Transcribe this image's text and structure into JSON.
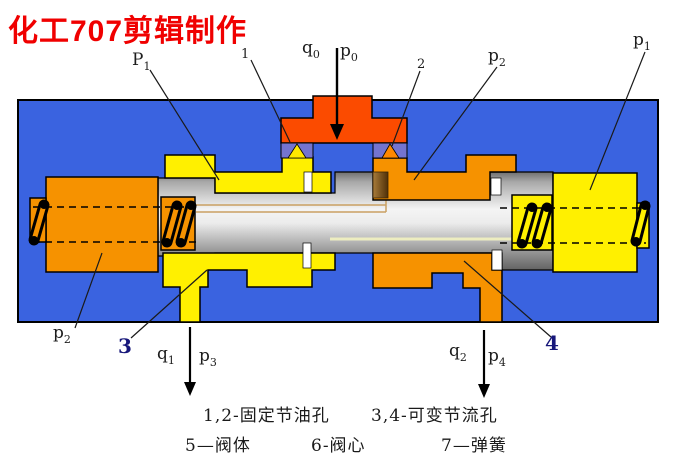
{
  "title": {
    "text": "化工707剪辑制作"
  },
  "colors": {
    "title_red": "#f00000",
    "body_blue": "#3a63e0",
    "valve_yellow": "#fff000",
    "valve_orange": "#f69200",
    "inlet_red_orange": "#fb4b00",
    "orifice_purple": "#7474cf",
    "spool_gray_light": "#f4f4f4",
    "spool_gray_dark": "#6f6f6f",
    "number_navy": "#17177a"
  },
  "labels": {
    "p1_top_left": {
      "base": "P",
      "sub": "1"
    },
    "num1": "1",
    "q0": {
      "base": "q",
      "sub": "0"
    },
    "p0": {
      "base": "p",
      "sub": "0"
    },
    "num2": "2",
    "p2_top": {
      "base": "p",
      "sub": "2"
    },
    "p1_top_right": {
      "base": "p",
      "sub": "1"
    },
    "p2_bottom": {
      "base": "p",
      "sub": "2"
    },
    "num3": "3",
    "q1": {
      "base": "q",
      "sub": "1"
    },
    "p3": {
      "base": "p",
      "sub": "3"
    },
    "q2": {
      "base": "q",
      "sub": "2"
    },
    "p4": {
      "base": "p",
      "sub": "4"
    },
    "num4": "4"
  },
  "legend": {
    "line1_left": "1,2-固定节油孔",
    "line1_right": "3,4-可变节流孔",
    "items2": [
      "5—阀体",
      "6-阀心",
      "7—弹簧"
    ]
  }
}
